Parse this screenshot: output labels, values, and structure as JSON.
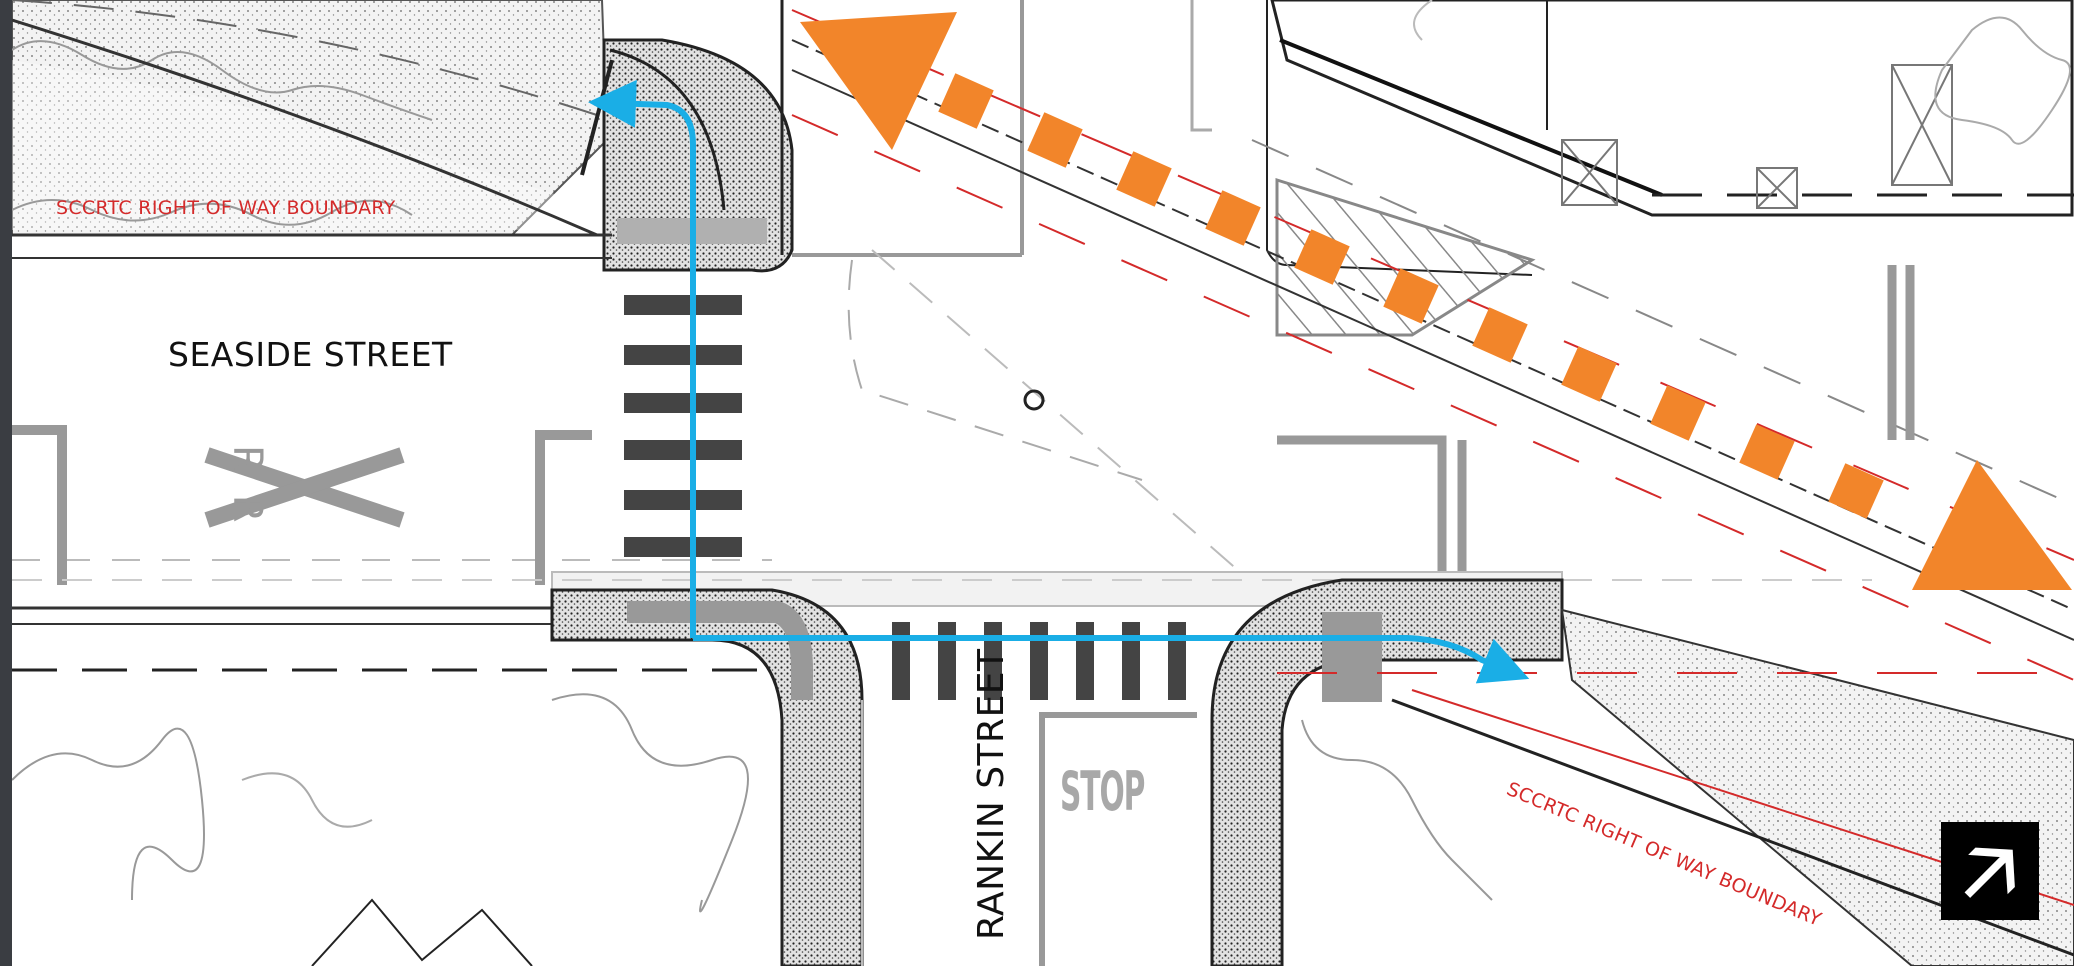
{
  "streets": {
    "seaside": "SEASIDE STREET",
    "rankin": "RANKIN STREET"
  },
  "boundary_labels": {
    "upper": "SCCRTC RIGHT OF WAY BOUNDARY",
    "lower": "SCCRTC RIGHT OF WAY BOUNDARY"
  },
  "markings": {
    "stop": "STOP",
    "railroad": "RR"
  },
  "north_arrow": {
    "glyph": "🡥"
  },
  "colors": {
    "pedestrian_route": "#1aaee6",
    "rail_trail_route": "#f2852a",
    "right_of_way": "#d42a2a",
    "crosswalk": "#444444",
    "linework": "#333333",
    "gray": "#9a9a9a"
  },
  "icons": [
    "north-arrow-icon",
    "railroad-crossing-icon",
    "manhole-icon"
  ]
}
